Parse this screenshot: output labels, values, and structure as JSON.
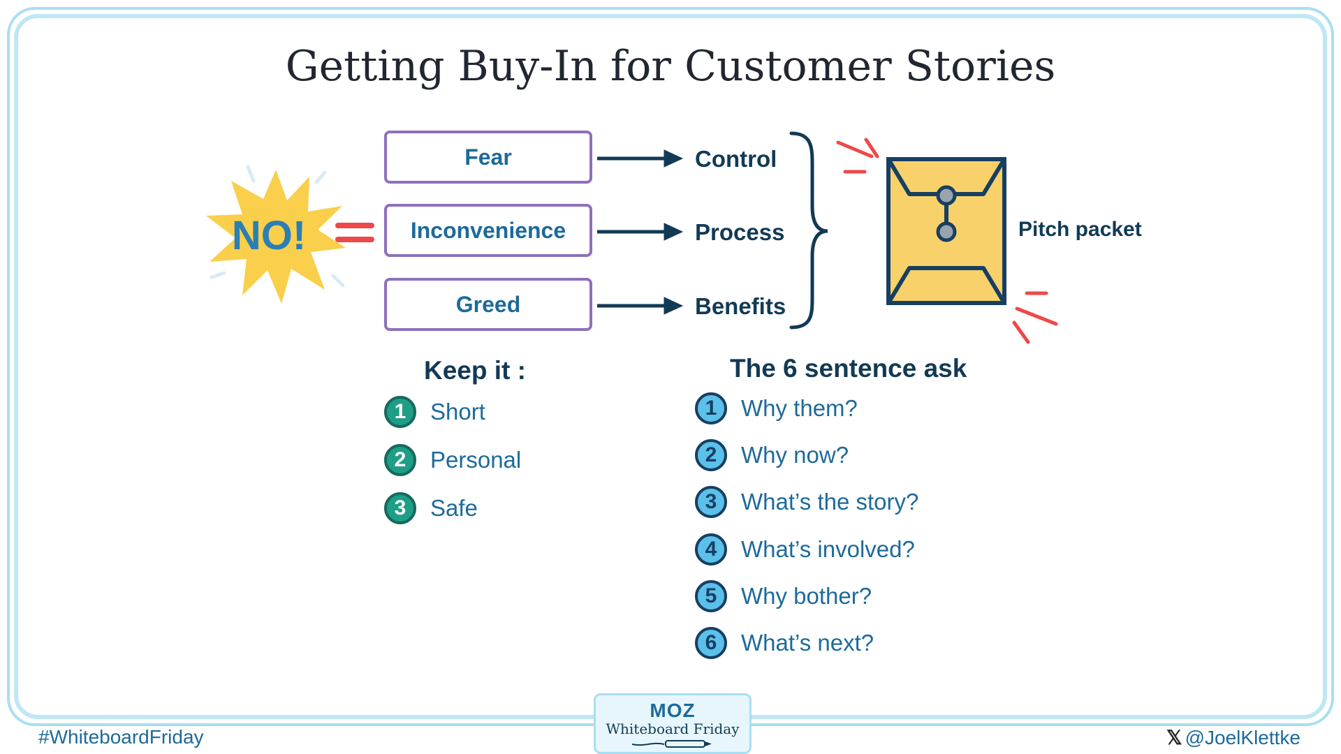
{
  "title": "Getting Buy-In for Customer Stories",
  "no_burst": {
    "text": "NO!",
    "equals": "="
  },
  "boxes": [
    {
      "label": "Fear",
      "target": "Control"
    },
    {
      "label": "Inconvenience",
      "target": "Process"
    },
    {
      "label": "Greed",
      "target": "Benefits"
    }
  ],
  "pitch_packet": {
    "label": "Pitch packet"
  },
  "keep_it": {
    "heading": "Keep it :",
    "items": [
      {
        "num": "1",
        "text": "Short"
      },
      {
        "num": "2",
        "text": "Personal"
      },
      {
        "num": "3",
        "text": "Safe"
      }
    ]
  },
  "six_sentence": {
    "heading": "The 6 sentence ask",
    "items": [
      {
        "num": "1",
        "text": "Why them?"
      },
      {
        "num": "2",
        "text": "Why now?"
      },
      {
        "num": "3",
        "text": "What’s the story?"
      },
      {
        "num": "4",
        "text": "What’s involved?"
      },
      {
        "num": "5",
        "text": "Why bother?"
      },
      {
        "num": "6",
        "text": "What’s next?"
      }
    ]
  },
  "footer": {
    "hashtag": "#WhiteboardFriday",
    "handle": "@JoelKlettke",
    "x_icon": "𝕏",
    "logo": {
      "brand": "MOZ",
      "subtitle": "Whiteboard Friday"
    }
  },
  "colors": {
    "box_border": "#8e6fbc",
    "text_blue": "#1d6a9a",
    "dark_navy": "#123a55",
    "burst_yellow": "#f9cf4b",
    "equals_red": "#ef4848",
    "envelope_yellow": "#f8d16a",
    "teal": "#1f9e86",
    "light_blue": "#5bc0ea",
    "frame": "#a9def0"
  }
}
